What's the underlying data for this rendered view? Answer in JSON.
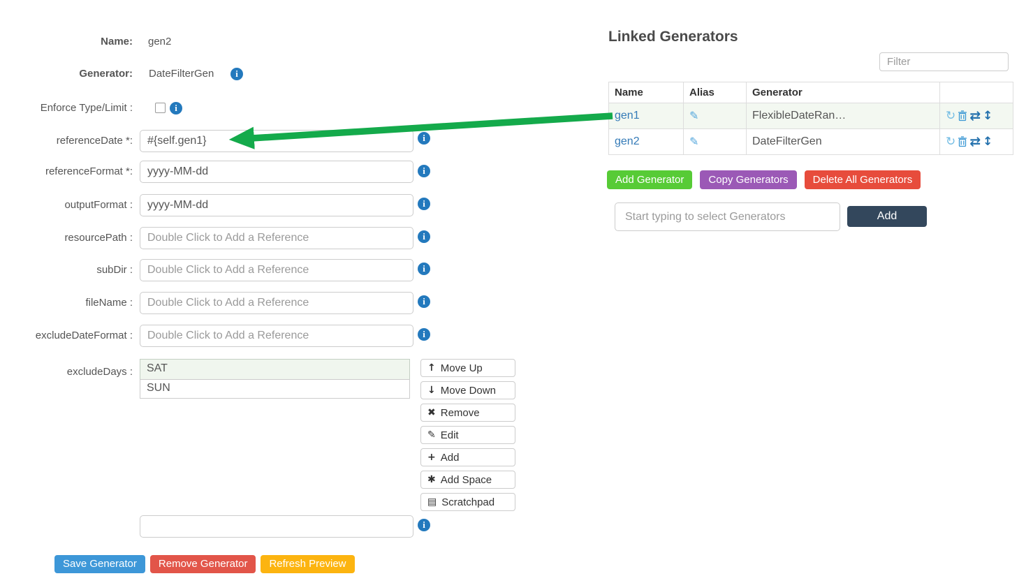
{
  "form": {
    "name": {
      "label": "Name:",
      "value": "gen2"
    },
    "generator": {
      "label": "Generator:",
      "value": "DateFilterGen"
    },
    "enforce": {
      "label": "Enforce Type/Limit :",
      "checked": false
    },
    "fields": [
      {
        "label": "referenceDate *:",
        "value": "#{self.gen1}",
        "placeholder": ""
      },
      {
        "label": "referenceFormat *:",
        "value": "yyyy-MM-dd",
        "placeholder": ""
      },
      {
        "label": "outputFormat :",
        "value": "yyyy-MM-dd",
        "placeholder": ""
      },
      {
        "label": "resourcePath :",
        "value": "",
        "placeholder": "Double Click to Add a Reference"
      },
      {
        "label": "subDir :",
        "value": "",
        "placeholder": "Double Click to Add a Reference"
      },
      {
        "label": "fileName :",
        "value": "",
        "placeholder": "Double Click to Add a Reference"
      },
      {
        "label": "excludeDateFormat :",
        "value": "",
        "placeholder": "Double Click to Add a Reference"
      }
    ],
    "exclude_days": {
      "label": "excludeDays :",
      "items": [
        "SAT",
        "SUN"
      ],
      "selected": "SAT"
    },
    "extra_input": {
      "value": "",
      "placeholder": ""
    },
    "list_buttons": [
      {
        "icon": "move-up-icon",
        "glyph": "↑",
        "label": "Move Up"
      },
      {
        "icon": "move-down-icon",
        "glyph": "↓",
        "label": "Move Down"
      },
      {
        "icon": "remove-x-icon",
        "glyph": "✖",
        "label": "Remove"
      },
      {
        "icon": "edit-pencil-icon",
        "glyph": "✎",
        "label": "Edit"
      },
      {
        "icon": "plus-icon",
        "glyph": "+",
        "label": "Add"
      },
      {
        "icon": "asterisk-icon",
        "glyph": "✱",
        "label": "Add Space"
      },
      {
        "icon": "file-icon",
        "glyph": "▤",
        "label": "Scratchpad"
      }
    ],
    "footer_buttons": [
      {
        "label": "Save Generator",
        "color": "#3d97d8"
      },
      {
        "label": "Remove Generator",
        "color": "#e25549"
      },
      {
        "label": "Refresh Preview",
        "color": "#fcb410"
      }
    ]
  },
  "linked": {
    "title": "Linked Generators",
    "filter_placeholder": "Filter",
    "table": {
      "headers": [
        "Name",
        "Alias",
        "Generator",
        ""
      ],
      "rows": [
        {
          "name": "gen1",
          "alias": "",
          "generator": "FlexibleDateRan…",
          "selected": true
        },
        {
          "name": "gen2",
          "alias": "",
          "generator": "DateFilterGen",
          "selected": false
        }
      ],
      "row_icons": [
        "repeat-icon",
        "trash-icon",
        "swap-horizontal-icon",
        "swap-vertical-icon"
      ]
    },
    "toolbar": [
      {
        "label": "Add Generator",
        "color": "#57cb36"
      },
      {
        "label": "Copy Generators",
        "color": "#9b59b6"
      },
      {
        "label": "Delete All Generators",
        "color": "#e74c3c"
      }
    ],
    "select_placeholder": "Start typing to select Generators",
    "add_label": "Add"
  },
  "icons": {
    "info": "i",
    "pencil": "✎",
    "repeat": "↻",
    "swap_h": "⇄",
    "swap_v": "↕"
  },
  "annotation": {
    "type": "arrow",
    "color": "#14aa4b",
    "from": "linked-generators-table gen1 row",
    "to": "referenceDate input value #{self.gen1}"
  }
}
